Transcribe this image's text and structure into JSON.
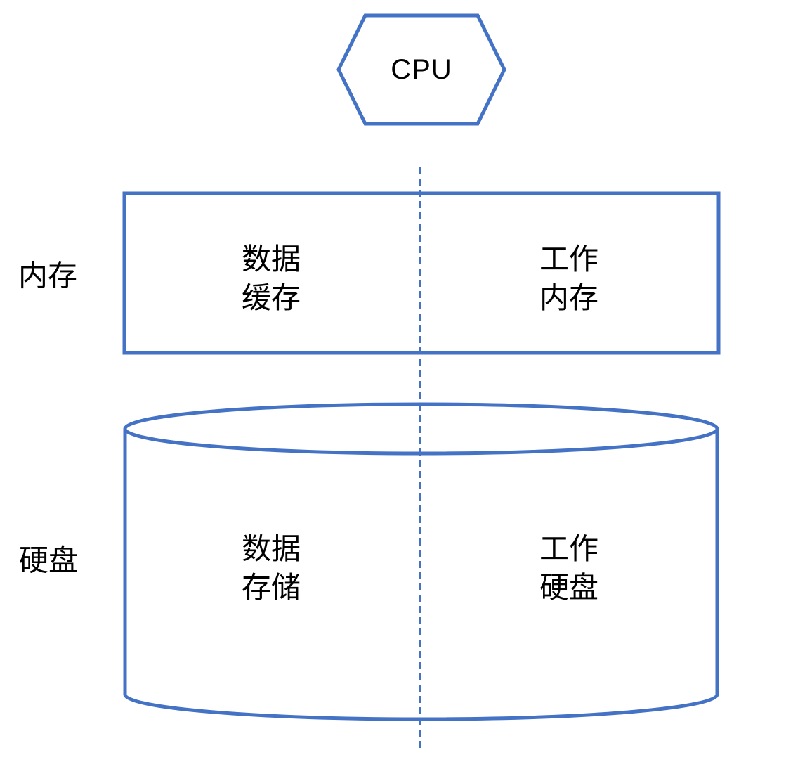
{
  "colors": {
    "accent": "#4472C4",
    "text": "#000000",
    "background": "#FFFFFF"
  },
  "diagram": {
    "cpu_label": "CPU",
    "memory_row_label": "内存",
    "memory_data_cache_label": "数据\n缓存",
    "memory_working_label": "工作\n内存",
    "disk_row_label": "硬盘",
    "disk_data_storage_label": "数据\n存储",
    "disk_working_label": "工作\n硬盘"
  }
}
